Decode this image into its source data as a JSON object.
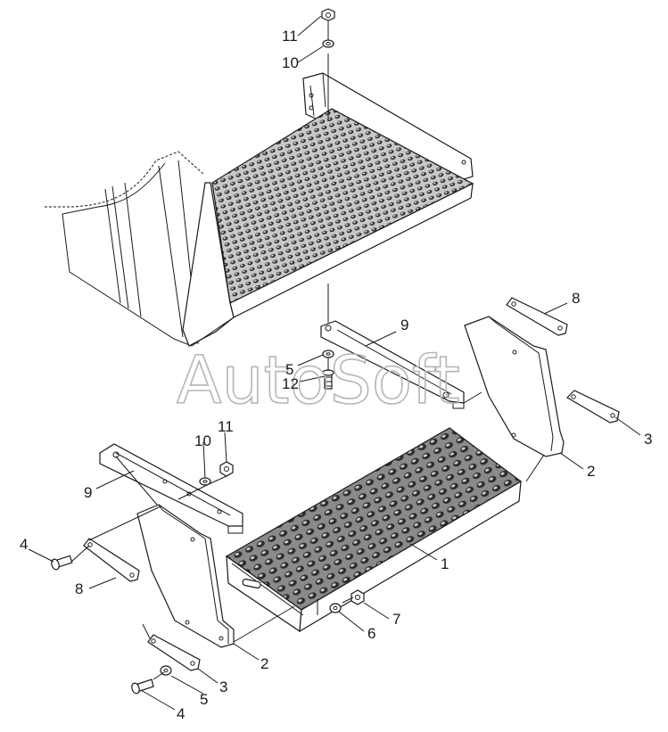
{
  "watermark": "AutoSoft",
  "callouts": [
    {
      "id": "c11-top",
      "text": "11"
    },
    {
      "id": "c10-top",
      "text": "10"
    },
    {
      "id": "c9-top",
      "text": "9"
    },
    {
      "id": "c5-mid",
      "text": "5"
    },
    {
      "id": "c12",
      "text": "12"
    },
    {
      "id": "c8-right",
      "text": "8"
    },
    {
      "id": "c3-right",
      "text": "3"
    },
    {
      "id": "c2-right",
      "text": "2"
    },
    {
      "id": "c11-left",
      "text": "11"
    },
    {
      "id": "c10-left",
      "text": "10"
    },
    {
      "id": "c9-left",
      "text": "9"
    },
    {
      "id": "c4-left",
      "text": "4"
    },
    {
      "id": "c8-left",
      "text": "8"
    },
    {
      "id": "c1",
      "text": "1"
    },
    {
      "id": "c7",
      "text": "7"
    },
    {
      "id": "c6",
      "text": "6"
    },
    {
      "id": "c2-bottom",
      "text": "2"
    },
    {
      "id": "c3-bottom",
      "text": "3"
    },
    {
      "id": "c5-bottom",
      "text": "5"
    },
    {
      "id": "c4-bottom",
      "text": "4"
    }
  ]
}
